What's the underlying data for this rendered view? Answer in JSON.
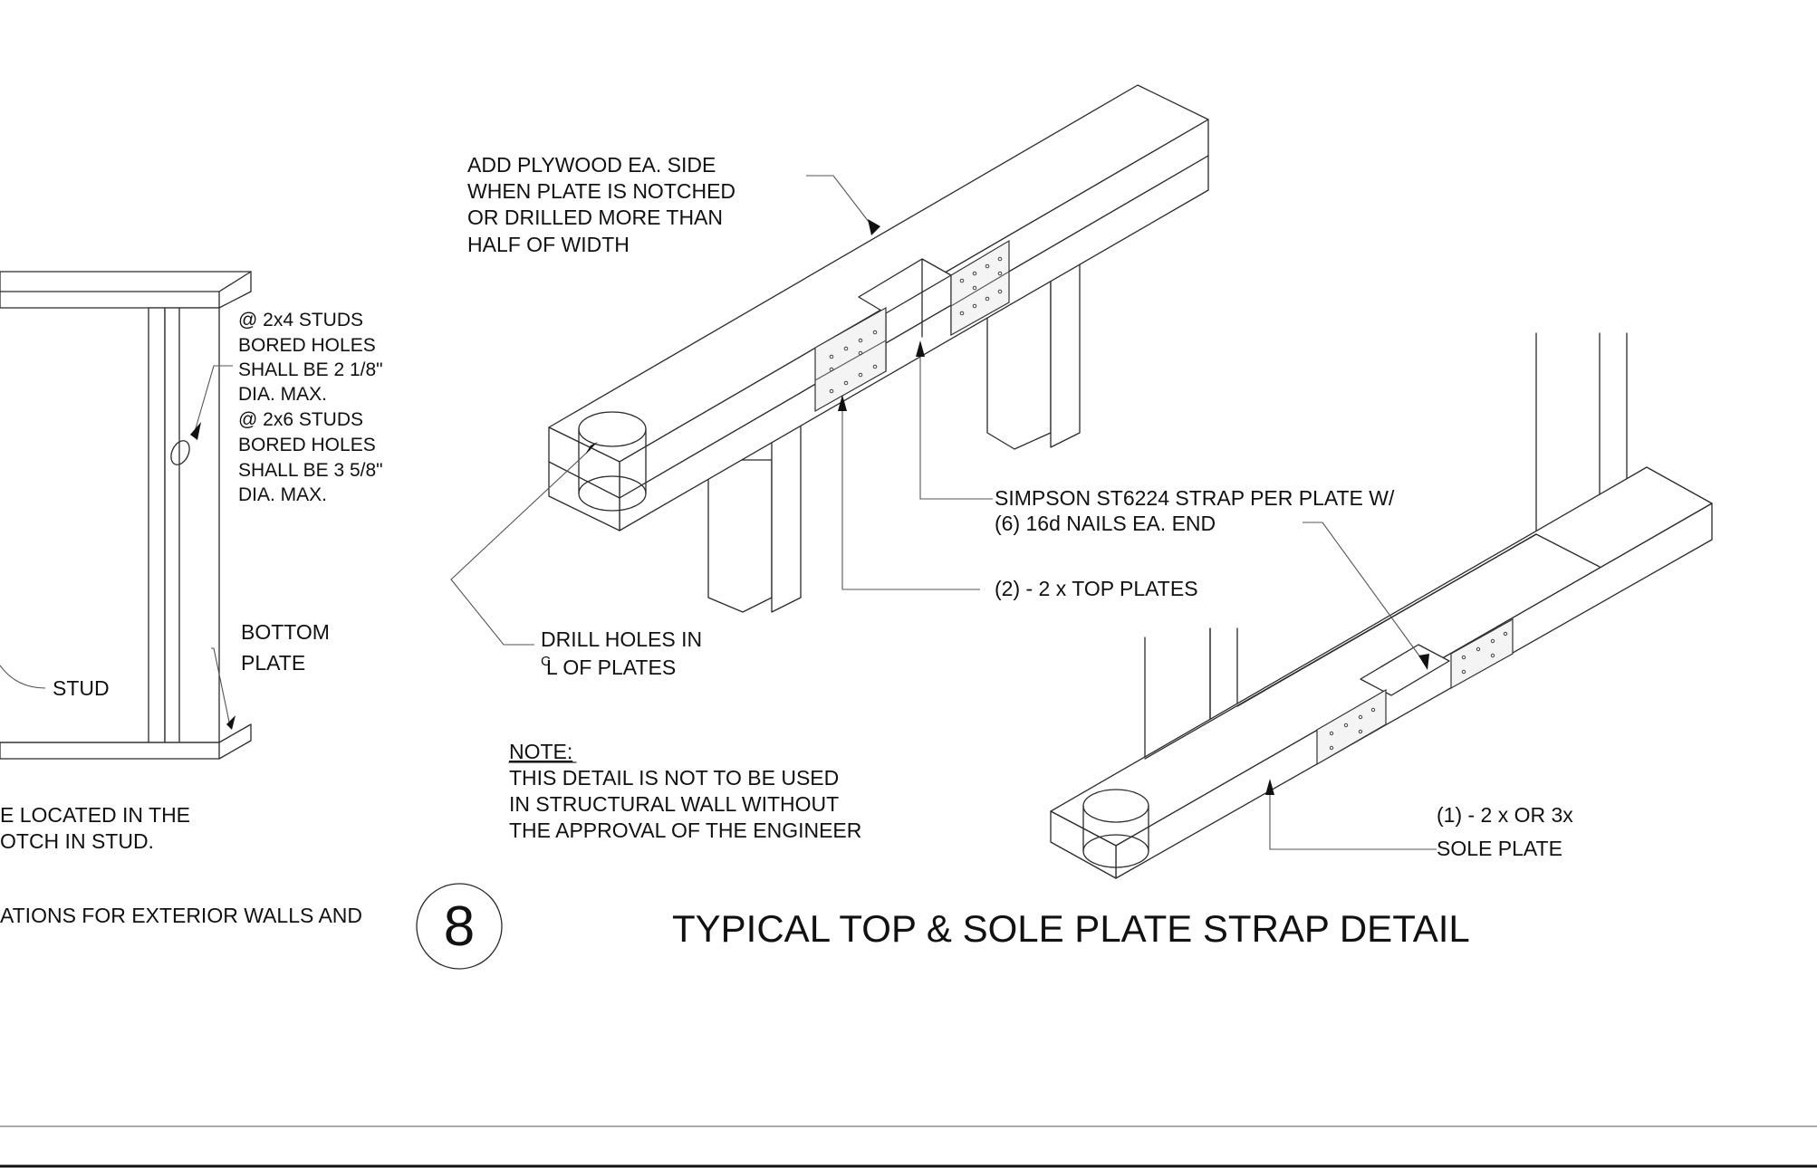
{
  "left_detail": {
    "hole_note": [
      "@ 2x4 STUDS",
      "BORED HOLES",
      "SHALL BE 2 1/8\"",
      "DIA. MAX.",
      "@ 2x6 STUDS",
      "BORED HOLES",
      "SHALL BE 3 5/8\"",
      "DIA. MAX."
    ],
    "bottom_plate": [
      "BOTTOM",
      "PLATE"
    ],
    "stud": "STUD",
    "cut_note": [
      "E LOCATED IN THE",
      "OTCH IN STUD."
    ],
    "cut_title": "ATIONS  FOR EXTERIOR WALLS AND"
  },
  "main_detail": {
    "plywood_note": [
      "ADD PLYWOOD EA. SIDE",
      "WHEN PLATE IS NOTCHED",
      "OR DRILLED MORE THAN",
      "HALF OF WIDTH"
    ],
    "strap_note": [
      "SIMPSON ST6224 STRAP PER PLATE W/",
      "(6) 16d NAILS EA. END"
    ],
    "top_plates": "(2) - 2 x TOP PLATES",
    "drill_note": [
      "DRILL HOLES IN",
      "L OF PLATES"
    ],
    "centerline_mark": "C",
    "note_heading": "NOTE:",
    "note_body": [
      "THIS DETAIL IS NOT TO BE USED",
      "IN STRUCTURAL WALL WITHOUT",
      "THE APPROVAL OF THE ENGINEER"
    ],
    "sole_plate": [
      "(1) - 2 x OR 3x",
      "SOLE PLATE"
    ],
    "detail_number": "8",
    "detail_title": "TYPICAL TOP & SOLE PLATE STRAP DETAIL"
  }
}
